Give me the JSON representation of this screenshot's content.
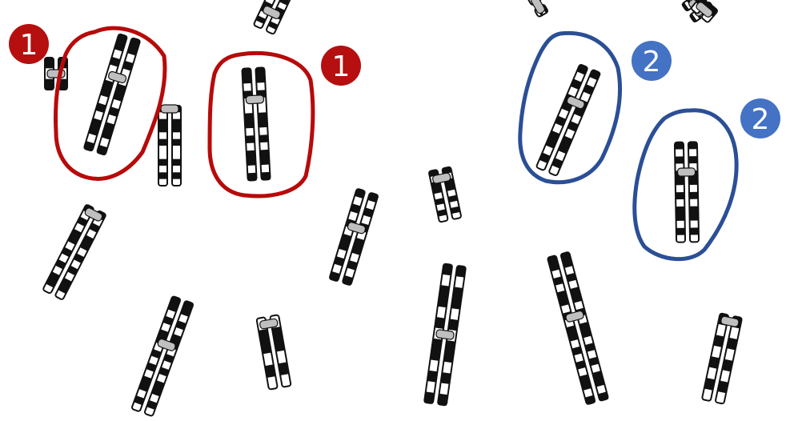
{
  "colors": {
    "group1": "#b70a0a",
    "group2": "#2b4f96",
    "badge1": "#b50f0f",
    "badge2": "#4472c4",
    "badge_text": "#ffffff",
    "band": "#111111",
    "outline": "#111111",
    "centromere": "#bfbfbf",
    "background": "#ffffff"
  },
  "badges": [
    {
      "label": "1",
      "group": "group1"
    },
    {
      "label": "1",
      "group": "group1"
    },
    {
      "label": "2",
      "group": "group2"
    },
    {
      "label": "2",
      "group": "group2"
    }
  ],
  "chromosomes": [
    {
      "id": "pair-1a",
      "circled": "group1",
      "bands": [
        1,
        1,
        0,
        1,
        0,
        0,
        1,
        1,
        0,
        1,
        0,
        1,
        1,
        0,
        1
      ]
    },
    {
      "id": "pair-1b",
      "circled": "group1",
      "bands": [
        1,
        1,
        0,
        1,
        0,
        0,
        1,
        1,
        0,
        1,
        0,
        1,
        1,
        0,
        1
      ]
    },
    {
      "id": "pair-2a",
      "circled": "group2",
      "bands": [
        1,
        0,
        1,
        0,
        1,
        1,
        0,
        1,
        0,
        1,
        1,
        0,
        1,
        0
      ]
    },
    {
      "id": "pair-2b",
      "circled": "group2",
      "bands": [
        1,
        0,
        1,
        0,
        1,
        1,
        0,
        1,
        0,
        1,
        1,
        0,
        1,
        0
      ]
    },
    {
      "id": "other-1",
      "circled": "none",
      "bands": [
        1,
        0,
        1,
        1,
        0,
        1,
        0,
        0,
        1,
        0,
        1,
        0
      ]
    },
    {
      "id": "other-2",
      "circled": "none",
      "bands": [
        1,
        0,
        1,
        0,
        1,
        0,
        1,
        1,
        0,
        1,
        0,
        1
      ]
    },
    {
      "id": "other-3",
      "circled": "none",
      "bands": [
        1,
        0,
        1,
        1,
        0,
        1,
        0,
        1,
        0
      ]
    },
    {
      "id": "other-4",
      "circled": "none",
      "bands": [
        1,
        0,
        1,
        0,
        1,
        1,
        0,
        1,
        0,
        1,
        0,
        1,
        1,
        0
      ]
    },
    {
      "id": "other-5",
      "circled": "none",
      "bands": [
        0,
        1,
        1,
        0,
        1,
        0
      ]
    },
    {
      "id": "other-6",
      "circled": "none",
      "bands": [
        1,
        1,
        0,
        1,
        0,
        1,
        1,
        0,
        1,
        0,
        1,
        0,
        1,
        1,
        0,
        1,
        0
      ]
    },
    {
      "id": "other-7",
      "circled": "none",
      "bands": [
        1,
        1,
        0,
        1,
        0,
        1,
        1,
        0,
        1,
        0,
        1,
        1,
        0,
        1,
        0,
        1,
        0,
        1,
        1,
        0,
        1
      ]
    },
    {
      "id": "other-8",
      "circled": "none",
      "bands": [
        1,
        0,
        1,
        1,
        0,
        1,
        0,
        1,
        1,
        0,
        1,
        0,
        1
      ]
    },
    {
      "id": "other-9",
      "circled": "none",
      "bands": [
        1,
        0,
        1,
        0,
        1,
        0,
        1,
        0
      ]
    },
    {
      "id": "other-10",
      "circled": "none",
      "bands": [
        1,
        0,
        1,
        0,
        1,
        1,
        0,
        1,
        0
      ]
    },
    {
      "id": "other-11",
      "circled": "none",
      "bands": [
        1,
        1,
        0,
        1,
        0,
        1,
        0,
        1
      ]
    },
    {
      "id": "edge-left",
      "circled": "none",
      "bands": [
        1,
        0,
        1
      ]
    },
    {
      "id": "edge-top",
      "circled": "none",
      "bands": [
        1,
        0,
        1,
        0
      ]
    },
    {
      "id": "edge-top-right",
      "circled": "none",
      "bands": [
        1,
        0
      ]
    }
  ]
}
